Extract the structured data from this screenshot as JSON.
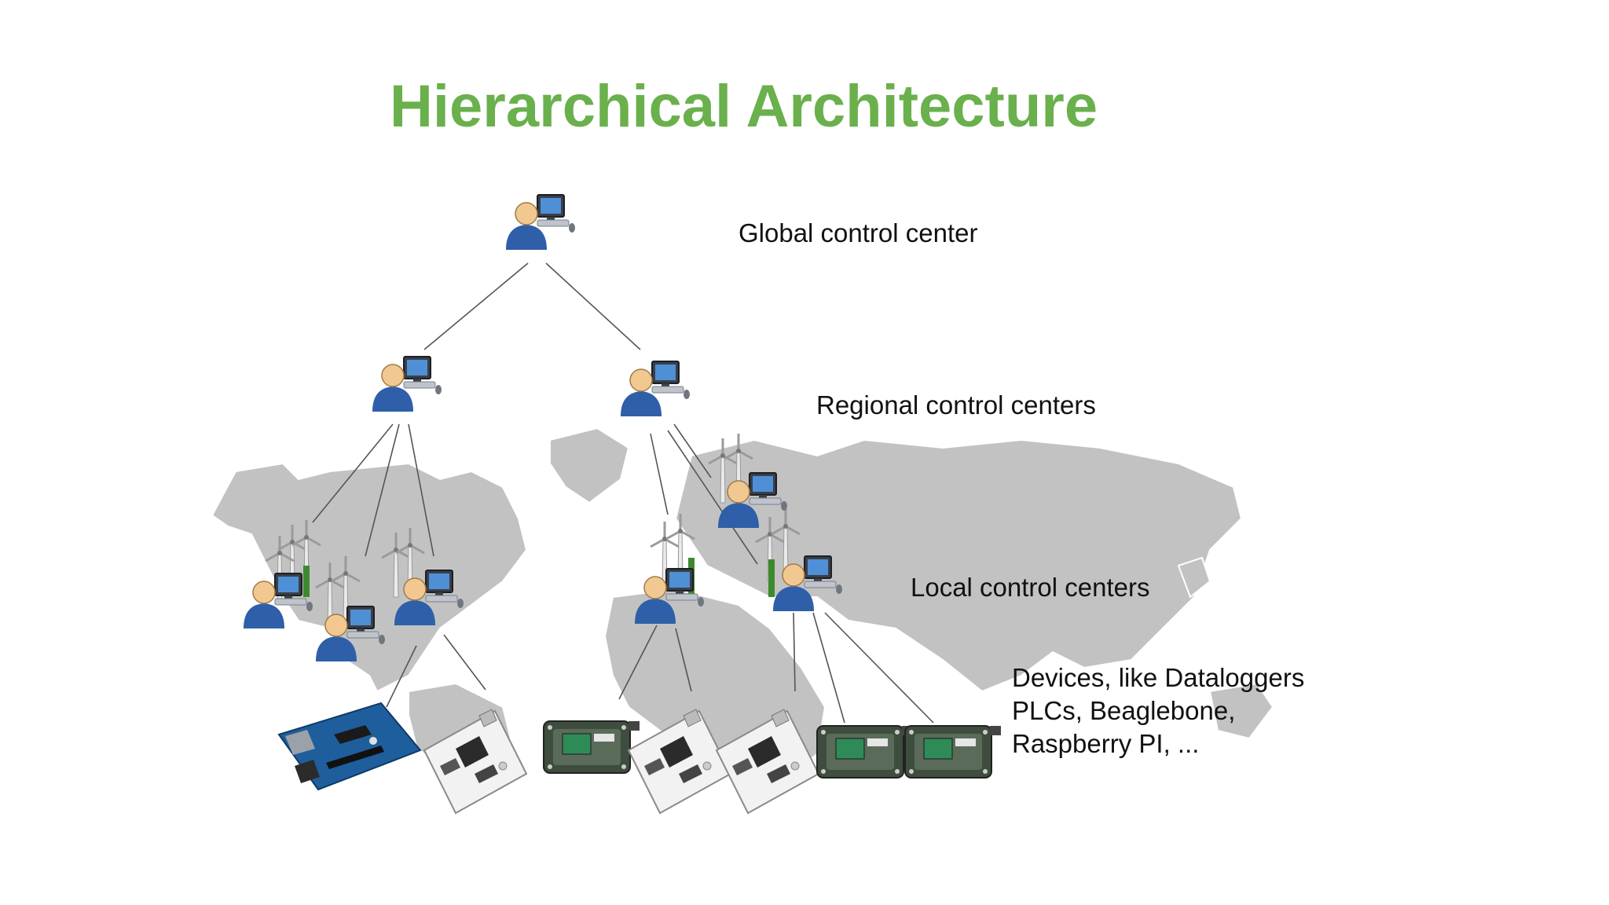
{
  "title": "Hierarchical Architecture",
  "colors": {
    "title": "#6ab04c",
    "map": "#c2c2c2",
    "map_border": "#ffffff",
    "link": "#555555",
    "user_blue": "#2f5fa8",
    "user_skin": "#f2c891",
    "turbine": "#e8e8e8",
    "turbine_green": "#3d8a2e",
    "board_blue": "#1f5e9c",
    "board_white": "#f2f2f2",
    "box_green": "#3e4d3e"
  },
  "levels": {
    "global": "Global control center",
    "regional": "Regional control centers",
    "local": "Local control centers",
    "devices": [
      "Devices, like Dataloggers",
      "PLCs, Beaglebone,",
      "Raspberry PI, ..."
    ]
  },
  "icons": {
    "operator": "operator-workstation-icon",
    "wind_farm": "wind-turbine-icon",
    "arduino": "arduino-board-icon",
    "beaglebone": "beaglebone-board-icon",
    "datalogger": "datalogger-box-icon",
    "map": "world-map"
  }
}
